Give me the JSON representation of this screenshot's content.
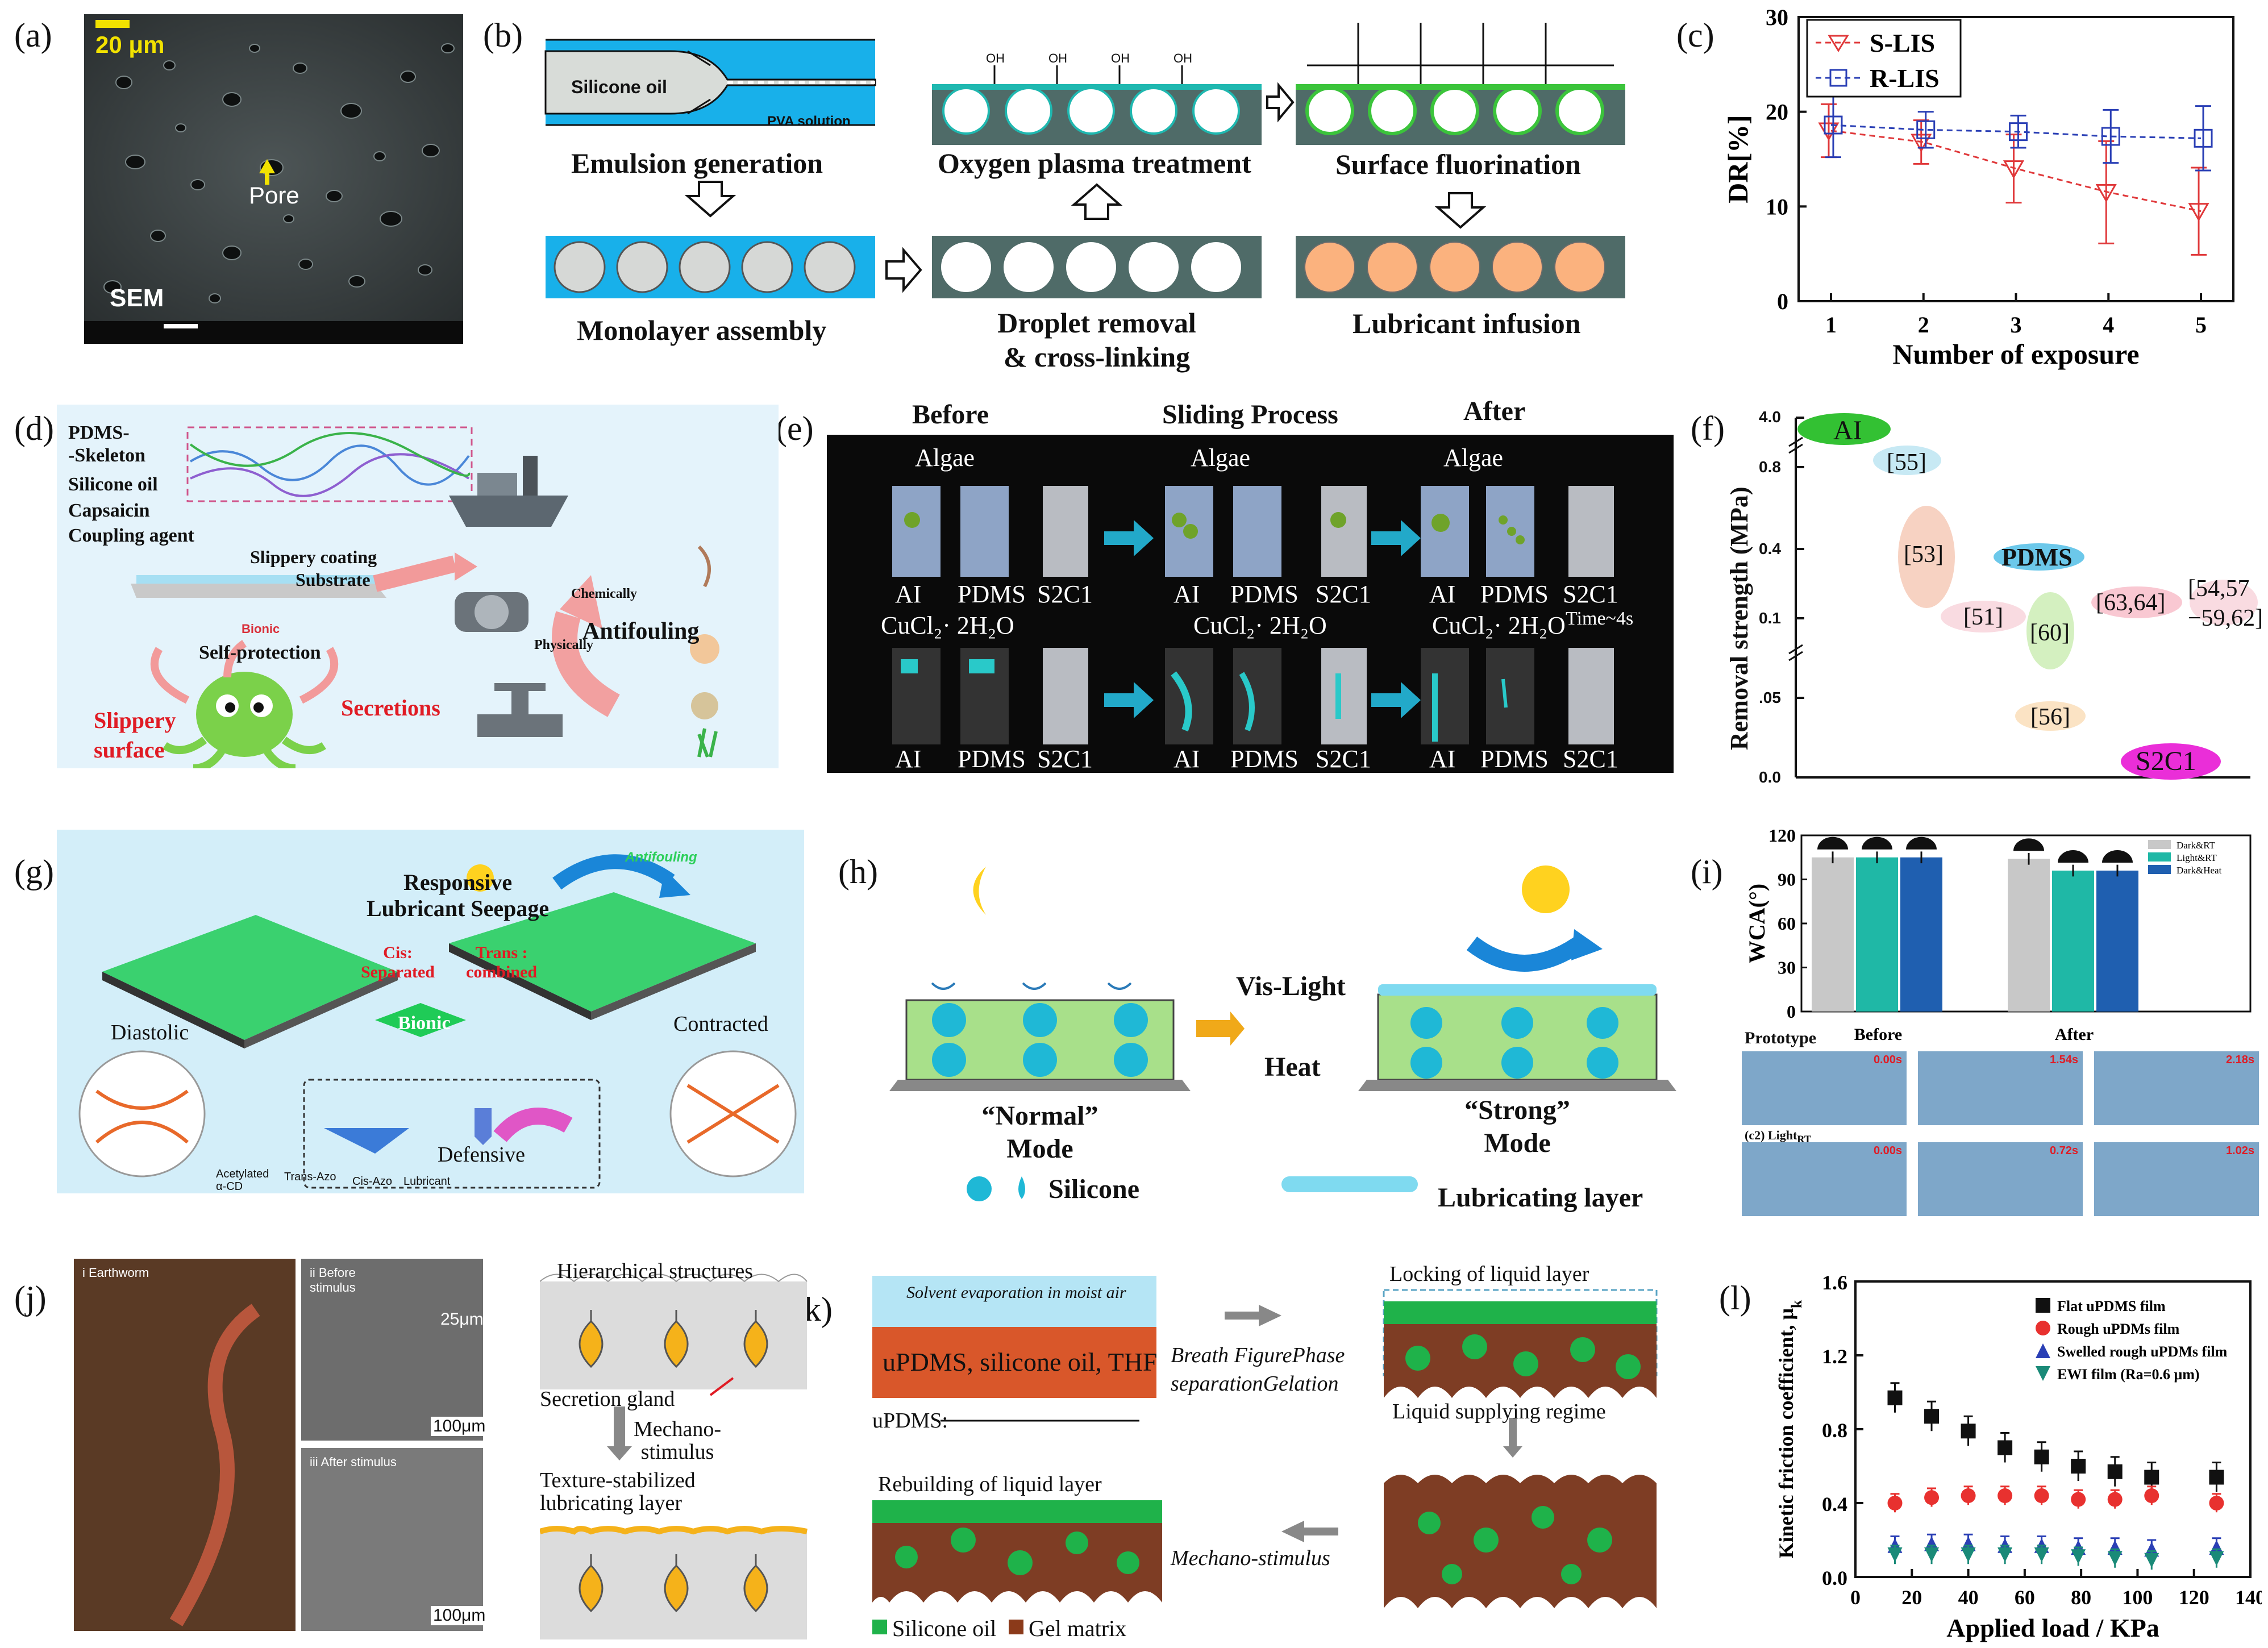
{
  "figure": {
    "panel_tags": [
      "(a)",
      "(b)",
      "(c)",
      "(d)",
      "(e)",
      "(f)",
      "(g)",
      "(h)",
      "(i)",
      "(j)",
      "(k)",
      "(l)"
    ]
  },
  "panel_a": {
    "scale_bar": "20 μm",
    "pore_label": "Pore",
    "sem_label": "SEM"
  },
  "panel_b": {
    "silicone_oil": "Silicone oil",
    "pva_solution": "PVA solution",
    "oh": "OH",
    "steps": {
      "emulsion": "Emulsion generation",
      "plasma": "Oxygen plasma treatment",
      "fluorination": "Surface fluorination",
      "monolayer": "Monolayer assembly",
      "droplet_removal_1": "Droplet removal",
      "droplet_removal_2": "& cross-linking",
      "infusion": "Lubricant infusion"
    }
  },
  "panel_c": {
    "chart_data": {
      "type": "line",
      "x": [
        1,
        2,
        3,
        4,
        5
      ],
      "series": [
        {
          "name": "S-LIS",
          "values": [
            18.0,
            16.8,
            14.0,
            11.5,
            9.5
          ],
          "err": [
            2.8,
            2.3,
            3.6,
            5.4,
            4.6
          ],
          "color": "#e0383a"
        },
        {
          "name": "R-LIS",
          "values": [
            18.6,
            18.1,
            17.9,
            17.4,
            17.2
          ],
          "err": [
            3.4,
            1.9,
            1.7,
            2.8,
            3.4
          ],
          "color": "#2a3fb5"
        }
      ],
      "xlabel": "Number of exposure",
      "ylabel": "DR[%]",
      "ylim": [
        0,
        30
      ],
      "yticks": [
        0,
        10,
        20,
        30
      ],
      "legend": "top-left"
    }
  },
  "panel_d": {
    "skeleton_1": "PDMS-",
    "skeleton_2": "-Skeleton",
    "silicone_oil": "Silicone oil",
    "capsaicin": "Capsaicin",
    "coupling": "Coupling agent",
    "slippery_coating": "Slippery coating",
    "substrate": "Substrate",
    "bionic": "Bionic",
    "self_protection": "Self-protection",
    "slippery_1": "Slippery",
    "slippery_2": "surface",
    "secretions": "Secretions",
    "chemically": "Chemically",
    "physically": "Physically",
    "antifouling": "Antifouling"
  },
  "panel_e": {
    "before": "Before",
    "sliding": "Sliding Process",
    "after": "After",
    "algae": "Algae",
    "cucl2": "CuCl₂· 2H₂O",
    "ai": "AI",
    "pdms": "PDMS",
    "s2c1": "S2C1",
    "time": "Time~4s"
  },
  "panel_f": {
    "ylabel": "Removal strength  (MPa)",
    "ticks": [
      "4.0",
      "0.8",
      "0.4",
      "0.1",
      ".05",
      "0.0"
    ],
    "labels": {
      "ai": "AI",
      "r55": "[55]",
      "r53": "[53]",
      "pdms": "PDMS",
      "r51": "[51]",
      "r60": "[60]",
      "r6364": "[63,64]",
      "r5457a": "[54,57",
      "r5457b": "−59,62]",
      "r56": "[56]",
      "s2c1": "S2C1"
    }
  },
  "panel_g": {
    "responsive_1": "Responsive",
    "responsive_2": "Lubricant Seepage",
    "antifouling": "Antifouling",
    "cis": "Cis:",
    "separated": "Separated",
    "trans": "Trans :",
    "combined": "combined",
    "diastolic": "Diastolic",
    "contracted": "Contracted",
    "bionic": "Bionic",
    "defensive": "Defensive",
    "legend_acd_1": "Acetylated",
    "legend_acd_2": "α-CD",
    "legend_trans": "Trans-Azo",
    "legend_cis": "Cis-Azo",
    "legend_lub": "Lubricant"
  },
  "panel_h": {
    "vis_light": "Vis-Light",
    "heat": "Heat",
    "normal_1": "“Normal”",
    "normal_2": "Mode",
    "strong_1": "“Strong”",
    "strong_2": "Mode",
    "silicone": "Silicone",
    "lub_layer": "Lubricating layer"
  },
  "panel_i": {
    "chart_data": {
      "type": "bar",
      "categories": [
        "Before",
        "After"
      ],
      "series": [
        {
          "name": "Dark&RT",
          "values": [
            105,
            104
          ],
          "color": "#c8c8c8"
        },
        {
          "name": "Light&RT",
          "values": [
            105,
            96
          ],
          "color": "#1fb8a6"
        },
        {
          "name": "Dark&Heat",
          "values": [
            105,
            96
          ],
          "color": "#1f5fb0"
        }
      ],
      "ylabel": "WCA(°)",
      "ylim": [
        0,
        120
      ],
      "yticks": [
        0,
        30,
        60,
        90,
        120
      ]
    },
    "prototype": "Prototype",
    "light_rt": "(c2) Light",
    "light_sub": "RT",
    "times_row1": [
      "0.00s",
      "1.54s",
      "2.18s"
    ],
    "times_row2": [
      "0.00s",
      "0.72s",
      "1.02s"
    ]
  },
  "panel_j": {
    "earthworm": "i  Earthworm",
    "before_stim_1": "ii  Before",
    "before_stim_2": "stimulus",
    "after_stim": "iii  After stimulus",
    "scale_25": "25μm",
    "scale_100a": "100μm",
    "scale_100b": "100μm",
    "hierarchical": "Hierarchical structures",
    "gland": "Secretion gland",
    "mechano_1": "Mechano-",
    "mechano_2": "stimulus",
    "texture_1": "Texture-stabilized",
    "texture_2": "lubricating layer"
  },
  "panel_k": {
    "solvent": "Solvent evaporation in moist air",
    "mixture": "uPDMS, silicone oil, THF",
    "breath_1": "Breath Figure",
    "breath_2": "Phase",
    "breath_3": "separation",
    "breath_4": "Gelation",
    "locking": "Locking of liquid layer",
    "upd_label": "uPDMS:",
    "supply": "Liquid supplying regime",
    "rebuild": "Rebuilding of liquid layer",
    "mechano": "Mechano-stimulus",
    "legend_oil": "Silicone oil",
    "legend_gel": "Gel matrix"
  },
  "panel_l": {
    "chart_data": {
      "type": "scatter",
      "x": [
        14,
        27,
        40,
        53,
        66,
        79,
        92,
        105,
        128
      ],
      "series": [
        {
          "name": "Flat uPDMS film",
          "marker": "square",
          "color": "#111111",
          "values": [
            0.97,
            0.87,
            0.79,
            0.7,
            0.65,
            0.6,
            0.57,
            0.54,
            0.54
          ]
        },
        {
          "name": "Rough uPDMs film",
          "marker": "circle",
          "color": "#e8312f",
          "values": [
            0.4,
            0.43,
            0.44,
            0.44,
            0.44,
            0.42,
            0.42,
            0.44,
            0.4
          ]
        },
        {
          "name": "Swelled rough uPDMs film",
          "marker": "triangle-up",
          "color": "#2a3fb5",
          "values": [
            0.17,
            0.18,
            0.18,
            0.17,
            0.17,
            0.16,
            0.16,
            0.15,
            0.16
          ]
        },
        {
          "name": "EWI film (Ra=0.6 μm)",
          "marker": "triangle-down",
          "color": "#1a8a78",
          "values": [
            0.12,
            0.12,
            0.12,
            0.12,
            0.12,
            0.11,
            0.1,
            0.09,
            0.1
          ]
        }
      ],
      "xlabel": "Applied load / KPa",
      "ylabel": "Kinetic friction coefficient, μ",
      "ylabel_sub": "k",
      "xlim": [
        0,
        140
      ],
      "ylim": [
        0,
        1.6
      ],
      "xticks": [
        0,
        20,
        40,
        60,
        80,
        100,
        120,
        140
      ],
      "yticks": [
        0.0,
        0.4,
        0.8,
        1.2,
        1.6
      ],
      "legend": "top-right"
    }
  }
}
